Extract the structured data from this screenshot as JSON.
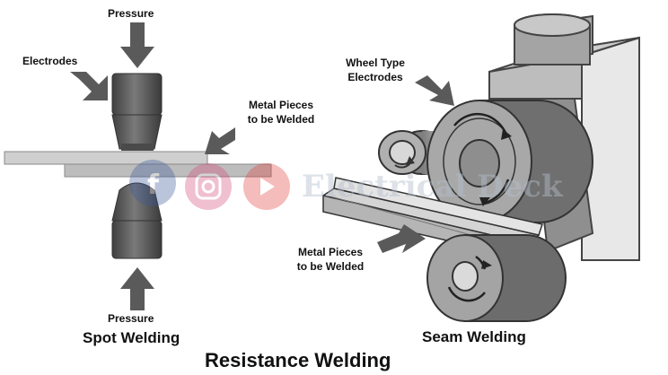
{
  "title": "Resistance Welding",
  "spot": {
    "caption": "Spot Welding",
    "pressure_top": "Pressure",
    "pressure_bottom": "Pressure",
    "electrodes": "Electrodes",
    "metal_line1": "Metal Pieces",
    "metal_line2": "to be Welded"
  },
  "seam": {
    "caption": "Seam Welding",
    "wheel_line1": "Wheel Type",
    "wheel_line2": "Electrodes",
    "metal_line1": "Metal Pieces",
    "metal_line2": "to be Welded"
  },
  "watermark": {
    "text": "Electrical Deck",
    "icons": [
      "facebook-icon",
      "instagram-icon",
      "youtube-icon"
    ]
  },
  "colors": {
    "arrow": "#5a5a5a",
    "electrode": "#555555",
    "plate": "#c8c8c8",
    "wheel": "#9a9a9a",
    "frame": "#d0d0d0"
  }
}
